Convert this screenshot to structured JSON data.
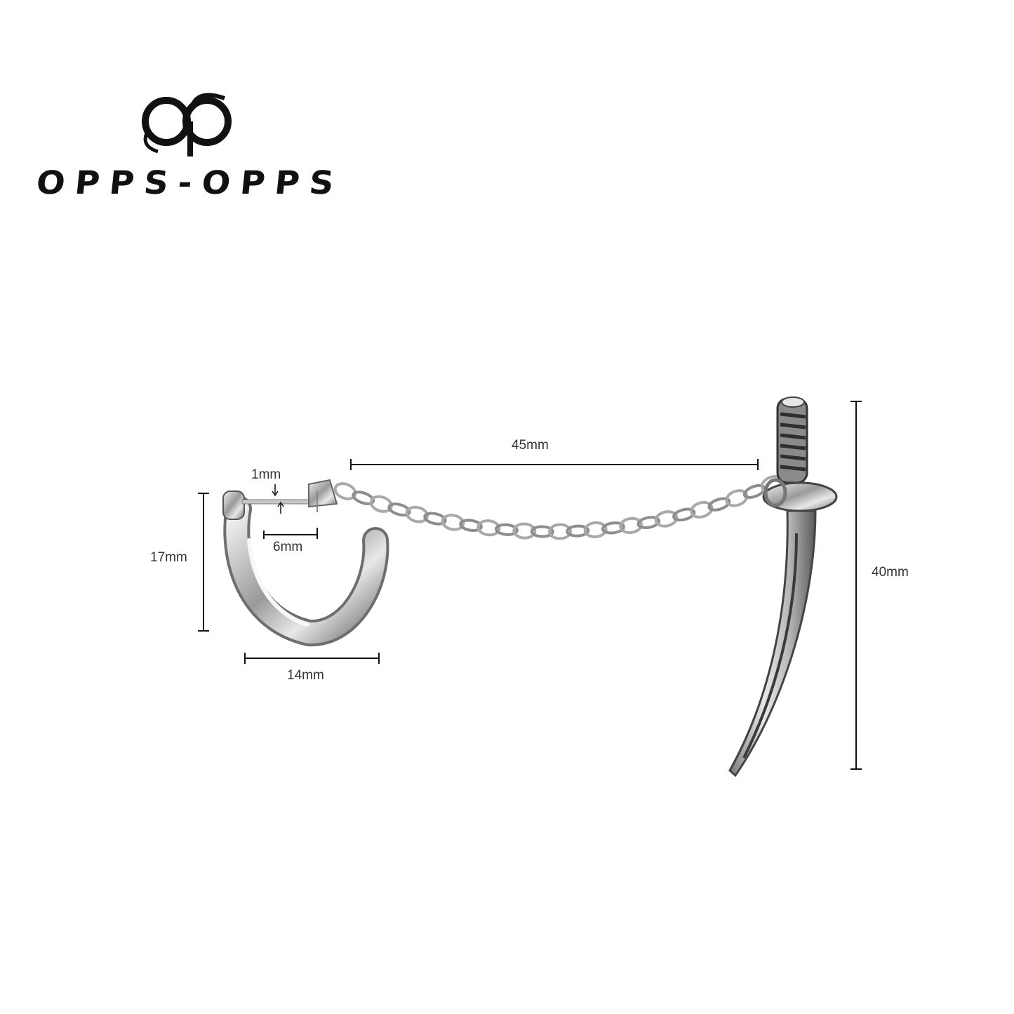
{
  "brand": {
    "name": "OPPS-OPPS",
    "logo_icon": "interlocking-op-logo-icon"
  },
  "product": {
    "image": "chained-katana-hoop-earring",
    "metal_color": "#b8b8b8"
  },
  "dimensions": {
    "chain_length": "45mm",
    "pin_thickness": "1mm",
    "pin_length": "6mm",
    "hoop_height": "17mm",
    "hoop_width": "14mm",
    "sword_length": "40mm"
  }
}
